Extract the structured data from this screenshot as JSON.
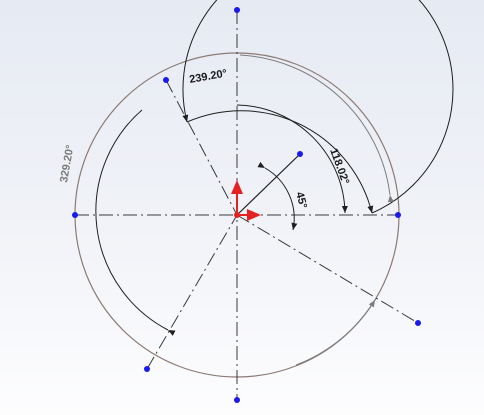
{
  "viewport": {
    "background_top": "#e6eaf3",
    "background_bottom": "#fdfdfe"
  },
  "sketch": {
    "colors": {
      "outer_circle": "#8c7b74",
      "centerline": "#3a3a3a",
      "dimension": "#1e1e1e",
      "dimension_gray": "#7d7d7d",
      "point": "#1a1aef",
      "origin_red": "#e52222"
    },
    "dimensions": {
      "angle_239": "239.20°",
      "angle_118": "118.02°",
      "angle_45": "45°",
      "angle_329": "329.20°"
    }
  }
}
